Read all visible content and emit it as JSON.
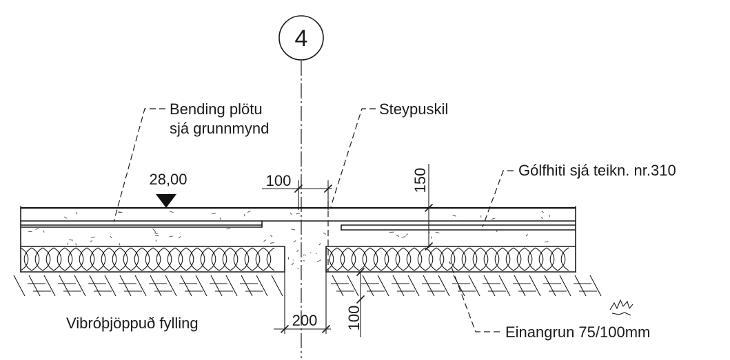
{
  "drawing": {
    "grid_marker": "4",
    "labels": {
      "bending_line1": "Bending plötu",
      "bending_line2": "sjá grunnmynd",
      "steypuskil": "Steypuskil",
      "golfhiti": "Gólfhiti sjá teikn. nr.310",
      "vibro": "Vibróþjöppuð fylling",
      "einangrun": "Einangrun 75/100mm"
    },
    "level": "28,00",
    "dimensions": {
      "top_offset": "100",
      "slab_thickness": "150",
      "footing_width": "200",
      "footing_depth": "100"
    }
  }
}
